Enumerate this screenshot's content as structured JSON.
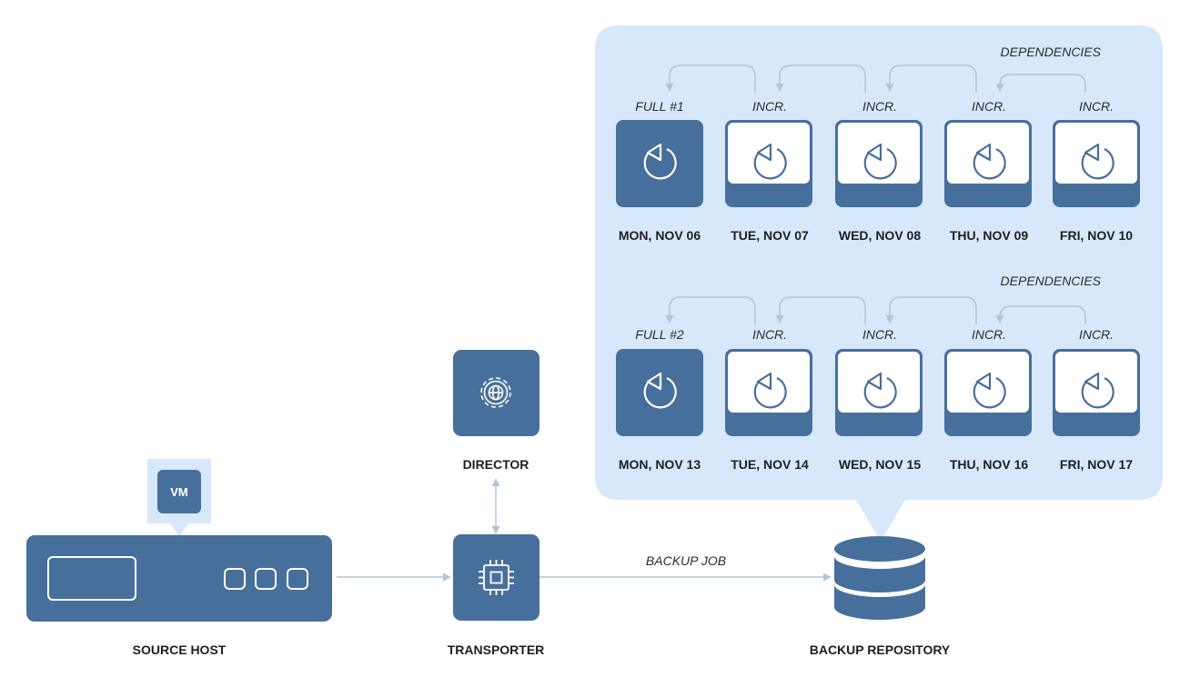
{
  "components": {
    "source_host": "SOURCE HOST",
    "vm": "VM",
    "transporter": "TRANSPORTER",
    "director": "DIRECTOR",
    "backup_repository": "BACKUP REPOSITORY",
    "backup_job": "BACKUP JOB"
  },
  "repository": {
    "rows": [
      {
        "dependencies_label": "DEPENDENCIES",
        "backups": [
          {
            "type": "FULL #1",
            "date": "MON, NOV 06",
            "kind": "full"
          },
          {
            "type": "INCR.",
            "date": "TUE, NOV 07",
            "kind": "incremental"
          },
          {
            "type": "INCR.",
            "date": "WED, NOV 08",
            "kind": "incremental"
          },
          {
            "type": "INCR.",
            "date": "THU, NOV 09",
            "kind": "incremental"
          },
          {
            "type": "INCR.",
            "date": "FRI, NOV 10",
            "kind": "incremental"
          }
        ]
      },
      {
        "dependencies_label": "DEPENDENCIES",
        "backups": [
          {
            "type": "FULL #2",
            "date": "MON, NOV 13",
            "kind": "full"
          },
          {
            "type": "INCR.",
            "date": "TUE, NOV 14",
            "kind": "incremental"
          },
          {
            "type": "INCR.",
            "date": "WED, NOV 15",
            "kind": "incremental"
          },
          {
            "type": "INCR.",
            "date": "THU, NOV 16",
            "kind": "incremental"
          },
          {
            "type": "INCR.",
            "date": "FRI, NOV 17",
            "kind": "incremental"
          }
        ]
      }
    ]
  },
  "colors": {
    "primary": "#476f9c",
    "light_panel": "#d7e8fb",
    "connector": "#b3c4d9",
    "white": "#ffffff"
  },
  "icons": {
    "backup": "restore-arrow-icon",
    "director": "gear-globe-icon",
    "transporter": "chip-icon",
    "repository": "database-icon"
  }
}
